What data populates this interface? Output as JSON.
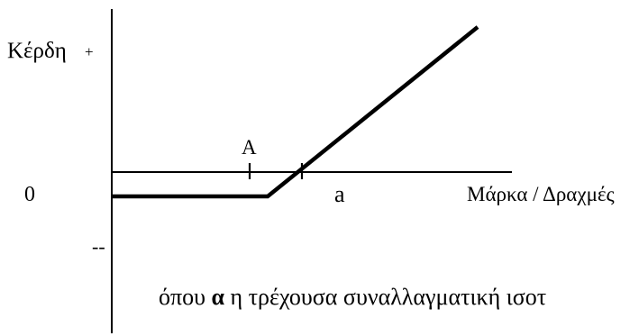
{
  "diagram": {
    "y_axis_label": "Κέρδη",
    "y_plus": "+",
    "y_minus": "--",
    "origin_label": "0",
    "x_axis_label": "Μάρκα / Δραχμές",
    "point_A_label": "A",
    "point_a_label": "a",
    "caption_prefix": "όπου ",
    "caption_symbol": "α",
    "caption_suffix": " η τρέχουσα συναλλαγματική ισοτ",
    "colors": {
      "line": "#000000",
      "background": "#ffffff"
    }
  }
}
